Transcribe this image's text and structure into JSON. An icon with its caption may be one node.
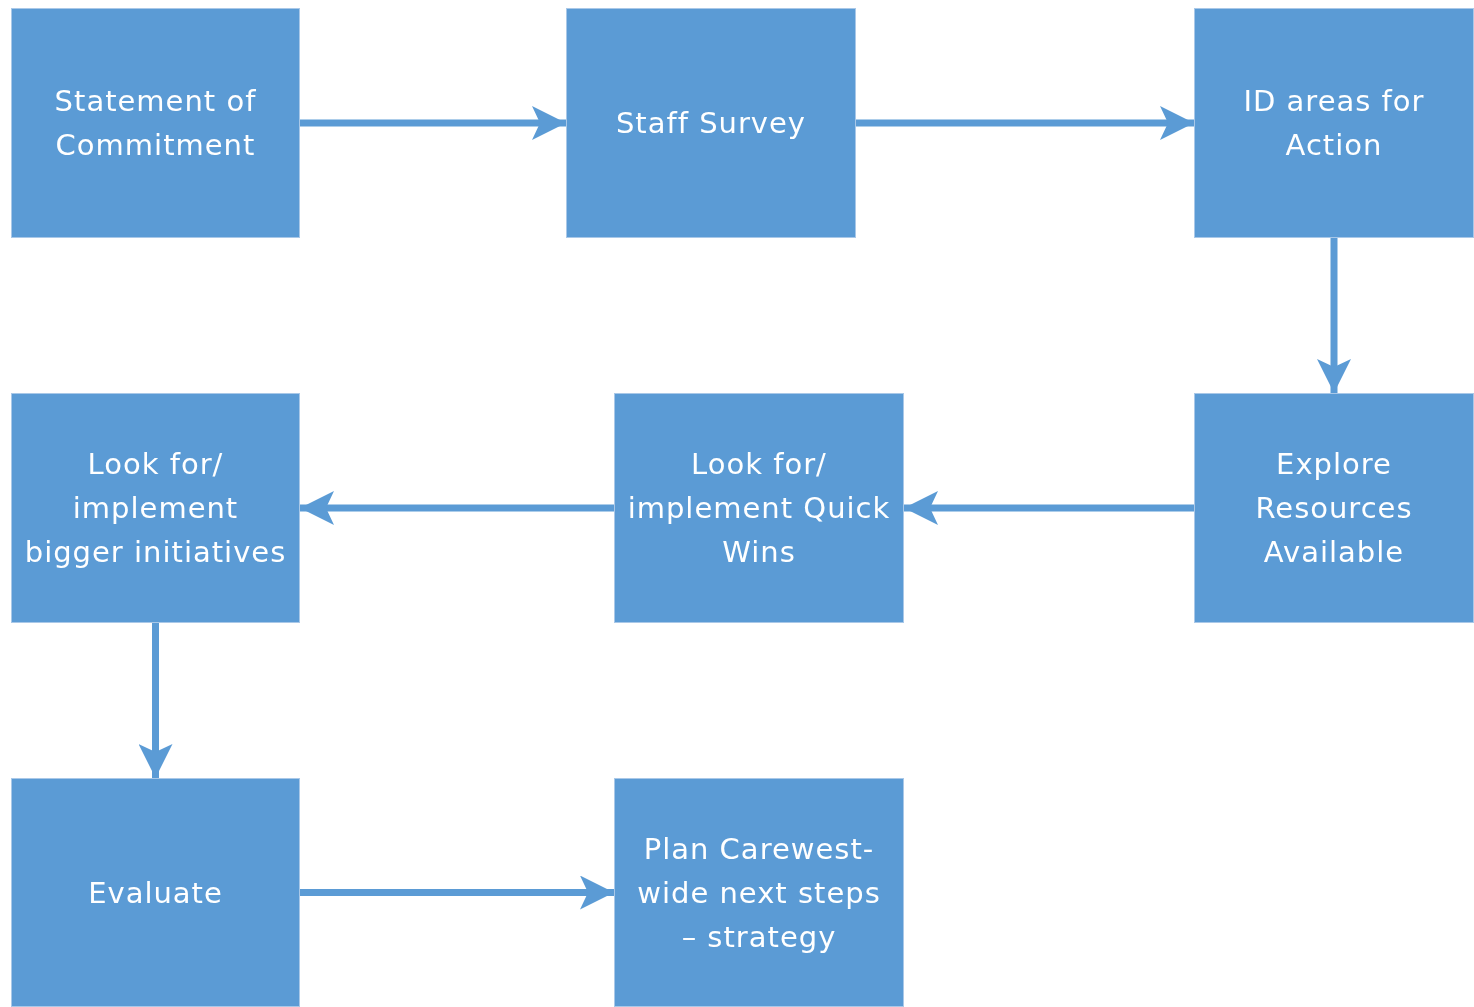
{
  "diagram": {
    "nodes": [
      {
        "text": [
          "Statement of Commitment"
        ]
      },
      {
        "text": [
          "Staff Survey"
        ]
      },
      {
        "text": [
          "ID areas for Action"
        ]
      },
      {
        "text": [
          "Explore Resources Available"
        ]
      },
      {
        "text": [
          "Look for/ implement Quick Wins"
        ]
      },
      {
        "text": [
          "Look for/ implement bigger initiatives"
        ]
      },
      {
        "text": [
          "Evaluate"
        ]
      },
      {
        "text": [
          "Plan Carewest-wide next steps – strategy"
        ]
      }
    ],
    "edges": [
      {
        "from": 0,
        "to": 1,
        "arrow": "to"
      },
      {
        "from": 1,
        "to": 2,
        "arrow": "to"
      },
      {
        "from": 2,
        "to": 3,
        "arrow": "to"
      },
      {
        "from": 3,
        "to": 4,
        "arrow": "to"
      },
      {
        "from": 4,
        "to": 5,
        "arrow": "to"
      },
      {
        "from": 5,
        "to": 6,
        "arrow": "to"
      },
      {
        "from": 6,
        "to": 7,
        "arrow": "to"
      }
    ]
  }
}
